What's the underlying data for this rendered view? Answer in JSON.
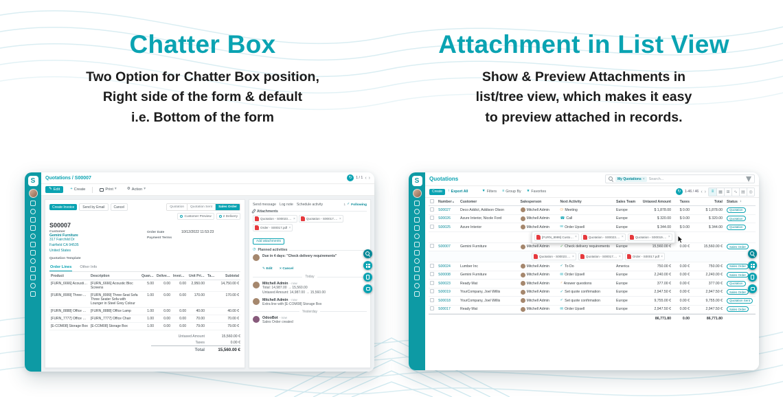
{
  "colors": {
    "brand_teal": "#0aa3b2",
    "sidebar_teal": "#0d9aa4",
    "teal_dark": "#068998",
    "pdf_red": "#e5393d",
    "wave_line": "#d9edf2",
    "status_orange": "#f0a04b",
    "status_green": "#4caf50",
    "avatar_brown": "#a5876d",
    "odoobot_purple": "#875a7b",
    "text_dark": "#1c1c1c"
  },
  "hero": {
    "left_title": "Chatter Box",
    "left_subtitle": "Two Option for Chatter Box position,\nRight side of the form & default\ni.e. Bottom of the form",
    "right_title": "Attachment in List View",
    "right_subtitle": "Show & Preview Attachments in\nlist/tree view, which makes it easy\nto preview attached in records."
  },
  "glyphs": {
    "logo": "S",
    "edit": "✎",
    "plus": "+",
    "caret": "▾",
    "gear": "⚙",
    "refresh": "↻",
    "prev": "‹",
    "next": "›",
    "close": "×",
    "check": "✓",
    "star": "★",
    "filter_caret": "▼",
    "bars": "≡",
    "sort_asc": "▴",
    "export_arrow": "↑",
    "clock": "◷",
    "kanban": "▦",
    "pivot": "⊞",
    "graph": "∿",
    "calendar": "▤",
    "map": "◎",
    "dots": "⋮"
  },
  "form_view": {
    "breadcrumb": "Quotations / S00007",
    "pager": "1 / 1",
    "toolbar": {
      "edit": "Edit",
      "create": "Create",
      "print": "Print",
      "action": "Action"
    },
    "header_buttons": {
      "create_invoice": "Create Invoice",
      "send_by_email": "Send by Email",
      "cancel": "Cancel"
    },
    "statusbar": [
      "Quotation",
      "Quotation Sent",
      "Sales Order"
    ],
    "smart_buttons": [
      "Customer Preview",
      "2 Delivery"
    ],
    "record_name": "S00007",
    "fields": {
      "customer_label": "Customer",
      "customer_name": "Gemini Furniture",
      "customer_address": "317 Fairchild Dr\nFairfield CA 94535\nUnited States",
      "order_date_label": "Order Date",
      "order_date": "10/12/2022 11:53:23",
      "payment_terms_label": "Payment Terms",
      "quotation_template_label": "Quotation Template"
    },
    "tabs": [
      "Order Lines",
      "Other Info"
    ],
    "table": {
      "columns": [
        "Product",
        "Description",
        "Quantity",
        "Delivered",
        "Invoiced",
        "Unit Price",
        "Taxes",
        "Subtotal"
      ],
      "rows": [
        {
          "product": "[FURN_6666] Acoustic Bloc Screens",
          "description": "[FURN_6666] Acoustic Bloc Screens",
          "quantity": "5.00",
          "delivered": "0.00",
          "invoiced": "0.00",
          "unit_price": "2,950.00",
          "taxes": "",
          "subtotal": "14,750.00 €"
        },
        {
          "product": "[FURN_8999] Three-Seat Sofa",
          "description": "[FURN_8999] Three-Seat Sofa\nThree Seater Sofa with Lounger in Steel Grey Colour",
          "quantity": "1.00",
          "delivered": "0.00",
          "invoiced": "0.00",
          "unit_price": "170.00",
          "taxes": "",
          "subtotal": "170.00 €"
        },
        {
          "product": "[FURN_8888] Office Lamp",
          "description": "[FURN_8888] Office Lamp",
          "quantity": "1.00",
          "delivered": "0.00",
          "invoiced": "0.00",
          "unit_price": "40.00",
          "taxes": "",
          "subtotal": "40.00 €"
        },
        {
          "product": "[FURN_7777] Office Chair",
          "description": "[FURN_7777] Office Chair",
          "quantity": "1.00",
          "delivered": "0.00",
          "invoiced": "0.00",
          "unit_price": "70.00",
          "taxes": "",
          "subtotal": "70.00 €"
        },
        {
          "product": "[E-COM08] Storage Box",
          "description": "[E-COM08] Storage Box",
          "quantity": "1.00",
          "delivered": "0.00",
          "invoiced": "0.00",
          "unit_price": "79.00",
          "taxes": "",
          "subtotal": "79.00 €"
        }
      ],
      "totals": {
        "untaxed_label": "Untaxed Amount",
        "untaxed": "15,560.00 €",
        "taxes_label": "Taxes",
        "taxes": "0.00 €",
        "total_label": "Total",
        "total": "15,560.00 €"
      }
    },
    "chatter": {
      "send_message": "Send message",
      "log_note": "Log note",
      "schedule_activity": "Schedule activity",
      "follower_count": "1",
      "following": "Following",
      "attachments_label": "Attachments",
      "attachments": [
        "Quotation - S00023.pdf",
        "Quotation - S00017.pdf",
        "Order - S00017.pdf"
      ],
      "add_attachments": "Add attachments",
      "planned_activities": "Planned activities",
      "activity_summary": "Due in 4 days: \"Check delivery requirements\"",
      "activity_edit": "Edit",
      "activity_cancel": "Cancel",
      "today": "Today",
      "yesterday": "Yesterday",
      "messages": [
        {
          "author": "Mitchell Admin",
          "time": "- now",
          "line1": "Total: 14,987.00 → 15,560.00",
          "line2": "Untaxed Amount: 14,987.00 → 15,560.00"
        },
        {
          "author": "Mitchell Admin",
          "time": "- now",
          "line1": "Extra line with [E-COM08] Storage Box"
        },
        {
          "author": "OdooBot",
          "time": "- now",
          "line1": "Sales Order created"
        }
      ]
    }
  },
  "list_view": {
    "title": "Quotations",
    "search_facet": "My Quotations",
    "search_placeholder": "Search...",
    "create": "Create",
    "export_all": "Export All",
    "filters": "Filters",
    "group_by": "Group By",
    "favorites": "Favorites",
    "pager": "1-46 / 46",
    "columns": [
      "Number",
      "Customer",
      "Salesperson",
      "Next Activity",
      "Sales Team",
      "Untaxed Amount",
      "Taxes",
      "Total",
      "Status"
    ],
    "rows": [
      {
        "number": "S00027",
        "customer": "Deco Addict, Addison Olson",
        "salesperson": "Mitchell Admin",
        "activity": "Meeting",
        "activity_icon": "◷",
        "tone": "orange",
        "team": "Europe",
        "untaxed": "$ 1,878.00",
        "taxes": "$ 0.00",
        "total": "$ 1,878.00",
        "status": "Quotation"
      },
      {
        "number": "S00026",
        "customer": "Azure Interior, Nicole Ford",
        "salesperson": "Mitchell Admin",
        "activity": "Call",
        "activity_icon": "☎",
        "tone": "teal",
        "team": "Europe",
        "untaxed": "$ 320.00",
        "taxes": "$ 0.00",
        "total": "$ 320.00",
        "status": "Quotation"
      },
      {
        "number": "S00025",
        "customer": "Azure Interior",
        "salesperson": "Mitchell Admin",
        "activity": "Order Upsell",
        "activity_icon": "✉",
        "tone": "teal",
        "team": "Europe",
        "untaxed": "$ 344.00",
        "taxes": "$ 0.00",
        "total": "$ 344.00",
        "status": "Quotation"
      },
      {
        "number": "S00007",
        "customer": "Gemini Furniture",
        "salesperson": "Mitchell Admin",
        "activity": "Check delivery requirements",
        "activity_icon": "✓",
        "tone": "green",
        "team": "Europe",
        "untaxed": "15,560.00 €",
        "taxes": "0.00 €",
        "total": "15,560.00 €",
        "status": "Sales Order"
      },
      {
        "number": "S00024",
        "customer": "Lumber Inc",
        "salesperson": "Mitchell Admin",
        "activity": "To Do",
        "activity_icon": "✓",
        "tone": "teal",
        "team": "America",
        "untaxed": "750.00 €",
        "taxes": "0.00 €",
        "total": "750.00 €",
        "status": "Sales Order"
      },
      {
        "number": "S00008",
        "customer": "Gemini Furniture",
        "salesperson": "Mitchell Admin",
        "activity": "Order Upsell",
        "activity_icon": "✉",
        "tone": "teal",
        "team": "Europe",
        "untaxed": "2,240.00 €",
        "taxes": "0.00 €",
        "total": "2,240.00 €",
        "status": "Sales Order"
      },
      {
        "number": "S00023",
        "customer": "Ready Mat",
        "salesperson": "Mitchell Admin",
        "activity": "Answer questions",
        "activity_icon": "?",
        "tone": "orange",
        "team": "Europe",
        "untaxed": "377.00 €",
        "taxes": "0.00 €",
        "total": "377.00 €",
        "status": "Quotation"
      },
      {
        "number": "S00019",
        "customer": "YourCompany, Joel Willis",
        "salesperson": "Mitchell Admin",
        "activity": "Set quote confirmation",
        "activity_icon": "✓",
        "tone": "teal",
        "team": "Europe",
        "untaxed": "2,947.50 €",
        "taxes": "0.00 €",
        "total": "2,947.50 €",
        "status": "Sales Order"
      },
      {
        "number": "S00018",
        "customer": "YourCompany, Joel Willis",
        "salesperson": "Mitchell Admin",
        "activity": "Set quote confirmation",
        "activity_icon": "✓",
        "tone": "teal",
        "team": "Europe",
        "untaxed": "9,755.00 €",
        "taxes": "0.00 €",
        "total": "9,755.00 €",
        "status": "Quotation Sent"
      },
      {
        "number": "S00017",
        "customer": "Ready Mat",
        "salesperson": "Mitchell Admin",
        "activity": "Order Upsell",
        "activity_icon": "✉",
        "tone": "teal",
        "team": "Europe",
        "untaxed": "2,947.50 €",
        "taxes": "0.00 €",
        "total": "2,947.50 €",
        "status": "Sales Order"
      }
    ],
    "popover_attachments": [
      "[FURN_8999] Customiz...",
      "Quotation - S00023.pdf",
      "Quotation - S00019.pdf"
    ],
    "row_attachments": [
      "Quotation - S00023.pdf",
      "Quotation - S00017.pdf",
      "Order - S00017.pdf"
    ],
    "totals": {
      "untaxed": "86,771.80",
      "taxes": "0.00",
      "total": "86,771.80"
    }
  }
}
